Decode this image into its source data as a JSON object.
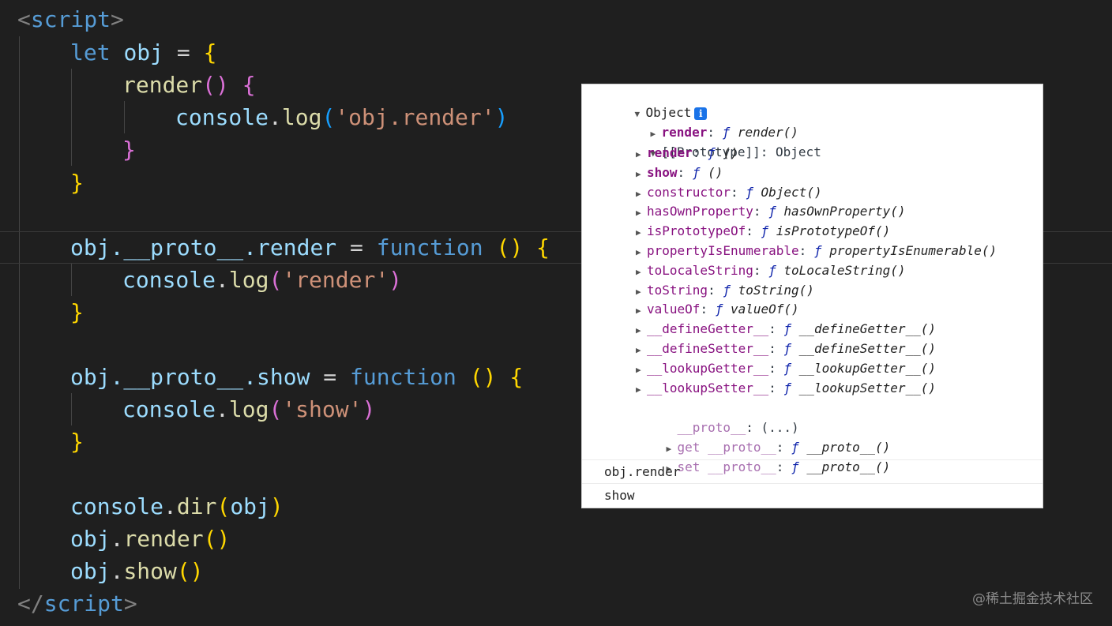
{
  "editor": {
    "open_tag_lt": "<",
    "open_tag_name": "script",
    "open_tag_gt": ">",
    "line2": {
      "kw": "let",
      "var": "obj",
      "eq": " = ",
      "brace": "{"
    },
    "line3": {
      "fn": "render",
      "parens": "()",
      "brace": "{"
    },
    "line4": {
      "obj": "console",
      "dot": ".",
      "fn": "log",
      "lp": "(",
      "str": "'obj.render'",
      "rp": ")"
    },
    "line5": "}",
    "line6": "}",
    "line8": {
      "obj": "obj",
      "rest": ".__proto__.",
      "prop": "render",
      "eq": " = ",
      "kw": "function",
      "parens": "()",
      "brace": "{"
    },
    "line9": {
      "obj": "console",
      "dot": ".",
      "fn": "log",
      "lp": "(",
      "str": "'render'",
      "rp": ")"
    },
    "line10": "}",
    "line12": {
      "obj": "obj",
      "rest": ".__proto__.",
      "prop": "show",
      "eq": " = ",
      "kw": "function",
      "parens": "()",
      "brace": "{"
    },
    "line13": {
      "obj": "console",
      "dot": ".",
      "fn": "log",
      "lp": "(",
      "str": "'show'",
      "rp": ")"
    },
    "line14": "}",
    "line16": {
      "obj": "console",
      "dot": ".",
      "fn": "dir",
      "lp": "(",
      "arg": "obj",
      "rp": ")"
    },
    "line17": {
      "obj": "obj",
      "dot": ".",
      "fn": "render",
      "parens": "()"
    },
    "line18": {
      "obj": "obj",
      "dot": ".",
      "fn": "show",
      "parens": "()"
    },
    "close_tag_lt": "</",
    "close_tag_name": "script",
    "close_tag_gt": ">"
  },
  "devtools": {
    "root_label": "Object",
    "info_icon": "i",
    "own_render": {
      "key": "render",
      "sep": ": ",
      "f": "ƒ",
      "val": "render()"
    },
    "proto_label": "[[Prototype]]: Object",
    "proto_items": [
      {
        "key": "render",
        "f": "ƒ",
        "val": "()",
        "style": "own"
      },
      {
        "key": "show",
        "f": "ƒ",
        "val": "()",
        "style": "own"
      },
      {
        "key": "constructor",
        "f": "ƒ",
        "val": "Object()",
        "style": "proto"
      },
      {
        "key": "hasOwnProperty",
        "f": "ƒ",
        "val": "hasOwnProperty()",
        "style": "proto"
      },
      {
        "key": "isPrototypeOf",
        "f": "ƒ",
        "val": "isPrototypeOf()",
        "style": "proto"
      },
      {
        "key": "propertyIsEnumerable",
        "f": "ƒ",
        "val": "propertyIsEnumerable()",
        "style": "proto"
      },
      {
        "key": "toLocaleString",
        "f": "ƒ",
        "val": "toLocaleString()",
        "style": "proto"
      },
      {
        "key": "toString",
        "f": "ƒ",
        "val": "toString()",
        "style": "proto"
      },
      {
        "key": "valueOf",
        "f": "ƒ",
        "val": "valueOf()",
        "style": "proto"
      },
      {
        "key": "__defineGetter__",
        "f": "ƒ",
        "val": "__defineGetter__()",
        "style": "proto"
      },
      {
        "key": "__defineSetter__",
        "f": "ƒ",
        "val": "__defineSetter__()",
        "style": "proto"
      },
      {
        "key": "__lookupGetter__",
        "f": "ƒ",
        "val": "__lookupGetter__()",
        "style": "proto"
      },
      {
        "key": "__lookupSetter__",
        "f": "ƒ",
        "val": "__lookupSetter__()",
        "style": "proto"
      }
    ],
    "proto_getter": {
      "key": "__proto__",
      "val": "(...)"
    },
    "get_proto": {
      "prefix": "get ",
      "key": "__proto__",
      "f": "ƒ",
      "val": "__proto__()"
    },
    "set_proto": {
      "prefix": "set ",
      "key": "__proto__",
      "f": "ƒ",
      "val": "__proto__()"
    },
    "logs": [
      "obj.render",
      "show"
    ]
  },
  "watermark": "@稀土掘金技术社区"
}
